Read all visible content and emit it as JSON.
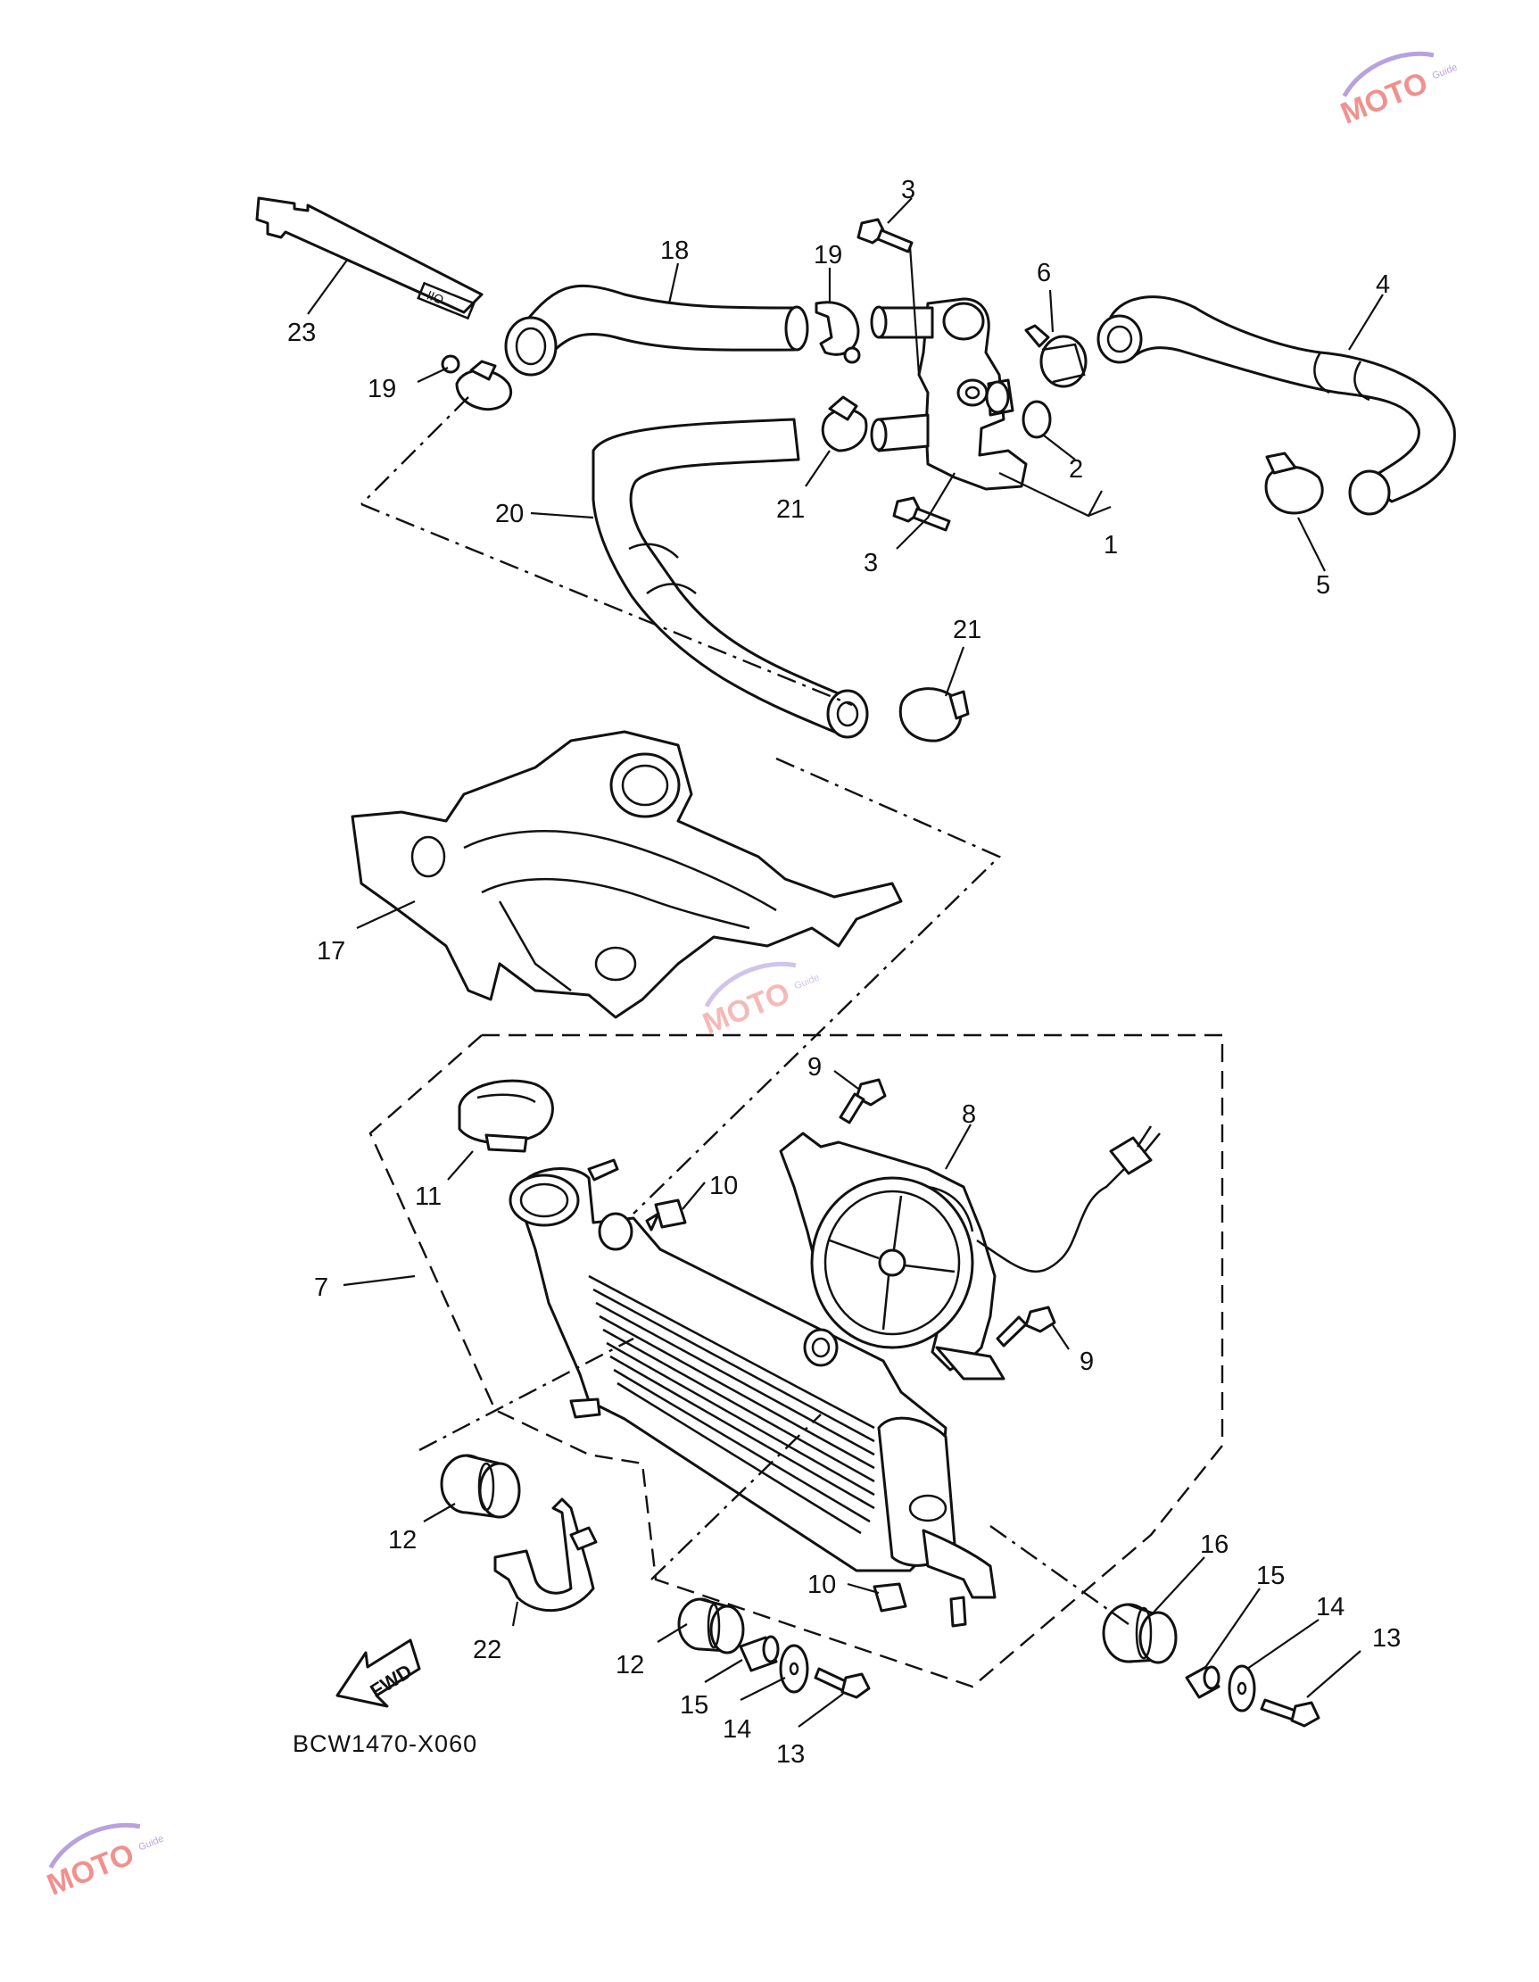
{
  "diagram": {
    "catalog_code": "BCW1470-X060",
    "fwd_label": "FWD",
    "callouts": [
      "3",
      "18",
      "19",
      "6",
      "4",
      "23",
      "19",
      "2",
      "1",
      "20",
      "21",
      "3",
      "5",
      "21",
      "17",
      "9",
      "8",
      "10",
      "11",
      "7",
      "9",
      "12",
      "10",
      "22",
      "12",
      "15",
      "14",
      "13",
      "16",
      "15",
      "14",
      "13"
    ],
    "watermark": {
      "text": "MOTO",
      "subtext": "Guide",
      "colors": {
        "accent": "#e53935",
        "secondary": "#7e57c2"
      }
    }
  }
}
